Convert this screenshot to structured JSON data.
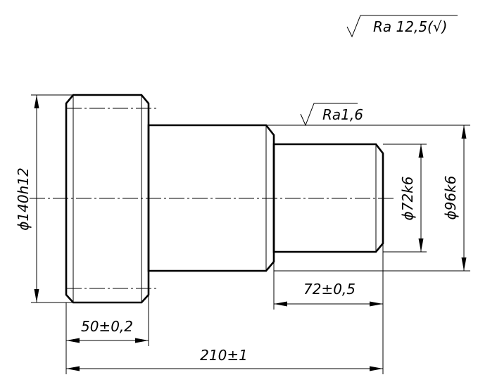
{
  "roughness": {
    "general": "Ra 12,5(√)",
    "surface": "Ra1,6"
  },
  "dimensions": {
    "diameter_flange": "ϕ140h12",
    "diameter_middle": "ϕ96k6",
    "diameter_end": "ϕ72k6",
    "length_flange": "50±0,2",
    "length_end": "72±0,5",
    "length_total": "210±1"
  }
}
